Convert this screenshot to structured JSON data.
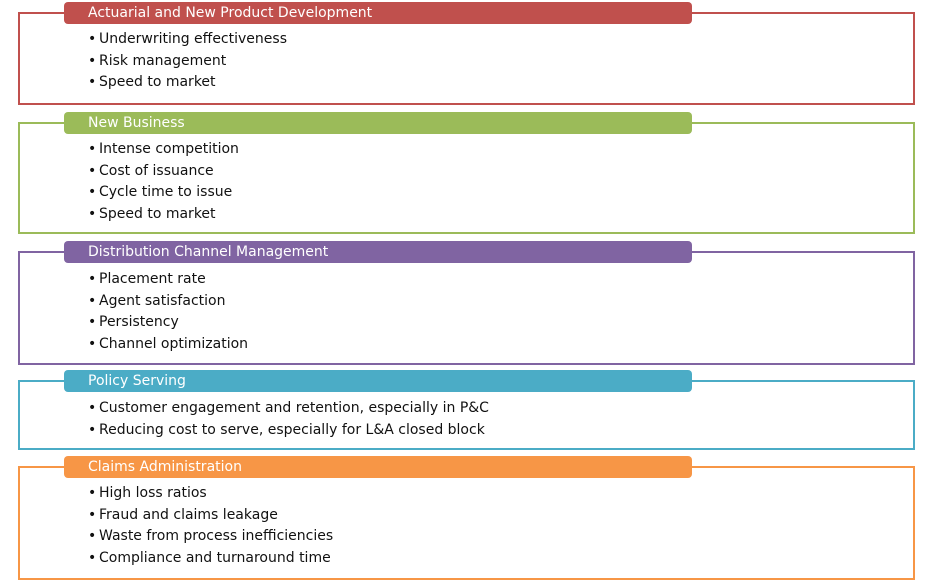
{
  "colors": {
    "actuarial": "#c0504d",
    "new_business": "#9bbb59",
    "distribution": "#8064a2",
    "policy": "#4bacc6",
    "claims": "#f79646"
  },
  "sections": [
    {
      "title": "Actuarial and New Product Development",
      "items": [
        "Underwriting effectiveness",
        "Risk management",
        "Speed to market"
      ]
    },
    {
      "title": "New Business",
      "items": [
        "Intense competition",
        "Cost of issuance",
        "Cycle time to issue",
        "Speed to market"
      ]
    },
    {
      "title": "Distribution Channel Management",
      "items": [
        "Placement rate",
        "Agent satisfaction",
        "Persistency",
        "Channel optimization"
      ]
    },
    {
      "title": "Policy Serving",
      "items": [
        "Customer engagement and retention, especially in P&C",
        "Reducing cost to serve, especially for L&A closed block"
      ]
    },
    {
      "title": "Claims Administration",
      "items": [
        "High loss ratios",
        "Fraud and claims leakage",
        "Waste from process inefficiencies",
        "Compliance and turnaround time"
      ]
    }
  ]
}
